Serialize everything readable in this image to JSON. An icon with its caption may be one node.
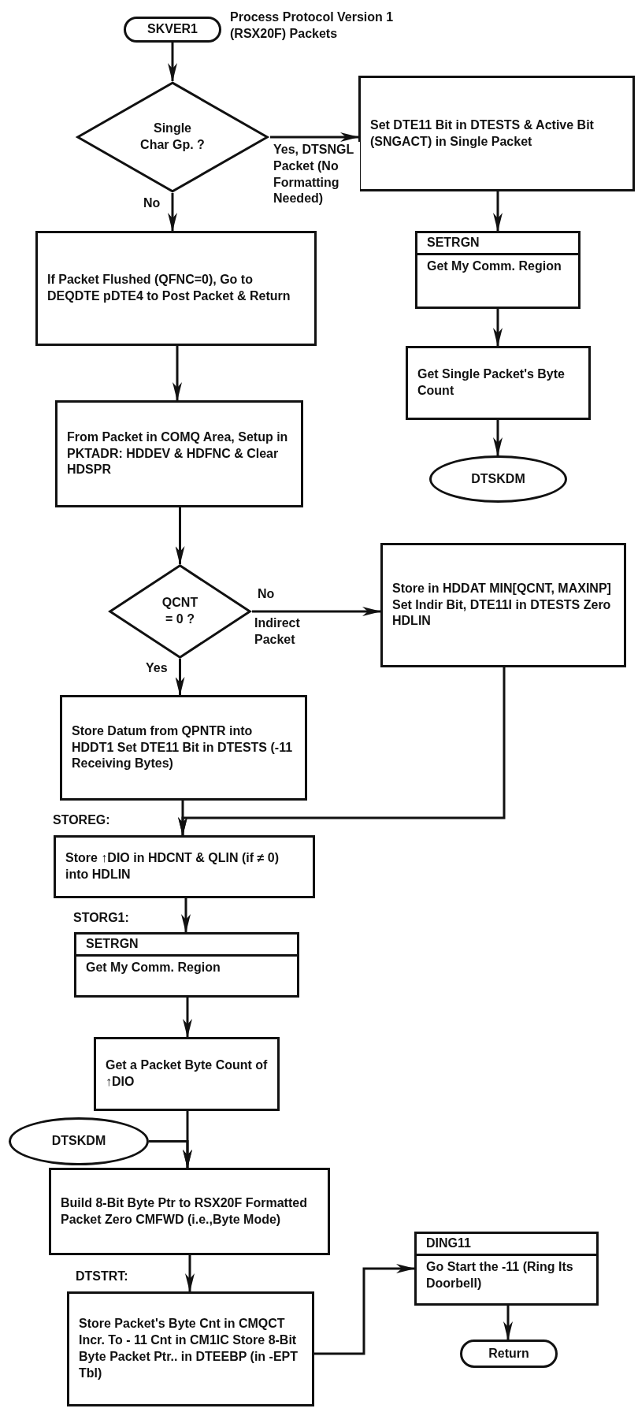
{
  "diagram": {
    "nodes": [
      {
        "text": [
          "SKVER1"
        ],
        "beside": [
          "Process Protocol Version 1 (RSX20F) Packets"
        ]
      },
      {
        "text": [
          "Single Char Gp. ?"
        ]
      },
      {
        "text": [
          "Set DTE11 Bit in DTESTS & Active Bit (SNGACT) in Single Packet"
        ]
      },
      {
        "text": [
          "If Packet Flushed (QFNC=0), Go to DEQDTE pDTE4 to Post Packet & Return"
        ]
      },
      {
        "text": [
          "SETRGN",
          "Get My Comm. Region"
        ]
      },
      {
        "text": [
          "Get Single Packet's Byte Count"
        ]
      },
      {
        "text": [
          "From Packet in COMQ Area, Setup in PKTADR: HDDEV & HDFNC & Clear HDSPR"
        ]
      },
      {
        "text": [
          "DTSKDM"
        ]
      },
      {
        "text": [
          "QCNT = 0 ?"
        ]
      },
      {
        "text": [
          "Store in HDDAT MIN[QCNT, MAXINP] Set Indir Bit, DTE11I in DTESTS Zero HDLIN"
        ]
      },
      {
        "text": [
          "Store Datum from QPNTR into HDDT1 Set DTE11 Bit in DTESTS (-11 Receiving Bytes)"
        ]
      },
      {
        "text": [
          "Store ↑DIO in HDCNT & QLIN (if ≠ 0) into HDLIN"
        ],
        "beside": [
          "STOREG:"
        ]
      },
      {
        "text": [
          "SETRGN",
          "Get My Comm. Region"
        ],
        "beside": [
          "STORG1:"
        ]
      },
      {
        "text": [
          "Get a Packet Byte Count of ↑DIO"
        ]
      },
      {
        "text": [
          "DTSKDM"
        ]
      },
      {
        "text": [
          "Build 8-Bit Byte Ptr to RSX20F Formatted Packet Zero CMFWD (i.e.,Byte Mode)"
        ]
      },
      {
        "text": [
          "DING11",
          "Go Start the -11 (Ring Its Doorbell)"
        ]
      },
      {
        "text": [
          "Store Packet's Byte Cnt in CMQCT Incr. To - 11 Cnt in CM1IC Store 8-Bit Byte Packet Ptr.. in DTEEBP (in -EPT Tbl)"
        ],
        "beside": [
          "DTSTRT:"
        ]
      },
      {
        "text": [
          "Return"
        ]
      }
    ],
    "edges": [
      {
        "from": 0,
        "to": 1,
        "arrow": "to"
      },
      {
        "from": 1,
        "to": 2,
        "arrow": "to",
        "label": "Yes, DTSNGL Packet (No Formatting Needed)"
      },
      {
        "from": 1,
        "to": 3,
        "arrow": "to",
        "label": "No"
      },
      {
        "from": 2,
        "to": 4,
        "arrow": "to"
      },
      {
        "from": 4,
        "to": 5,
        "arrow": "to"
      },
      {
        "from": 5,
        "to": 7,
        "arrow": "to"
      },
      {
        "from": 3,
        "to": 6,
        "arrow": "to"
      },
      {
        "from": 6,
        "to": 8,
        "arrow": "to"
      },
      {
        "from": 8,
        "to": 9,
        "arrow": "to",
        "label": "No"
      },
      {
        "from": 8,
        "to": 10,
        "arrow": "to",
        "label": "Yes"
      },
      {
        "from": 10,
        "to": 11,
        "arrow": "to"
      },
      {
        "from": 9,
        "to": 11,
        "arrow": "to"
      },
      {
        "from": 11,
        "to": 12,
        "arrow": "to"
      },
      {
        "from": 12,
        "to": 13,
        "arrow": "to"
      },
      {
        "from": 13,
        "to": 15,
        "arrow": "to"
      },
      {
        "from": 14,
        "to": 15,
        "arrow": "to"
      },
      {
        "from": 15,
        "to": 17,
        "arrow": "to"
      },
      {
        "from": 17,
        "to": 16,
        "arrow": "to"
      },
      {
        "from": 16,
        "to": 18,
        "arrow": "to"
      }
    ],
    "labels": [
      "Indirect Packet"
    ]
  }
}
